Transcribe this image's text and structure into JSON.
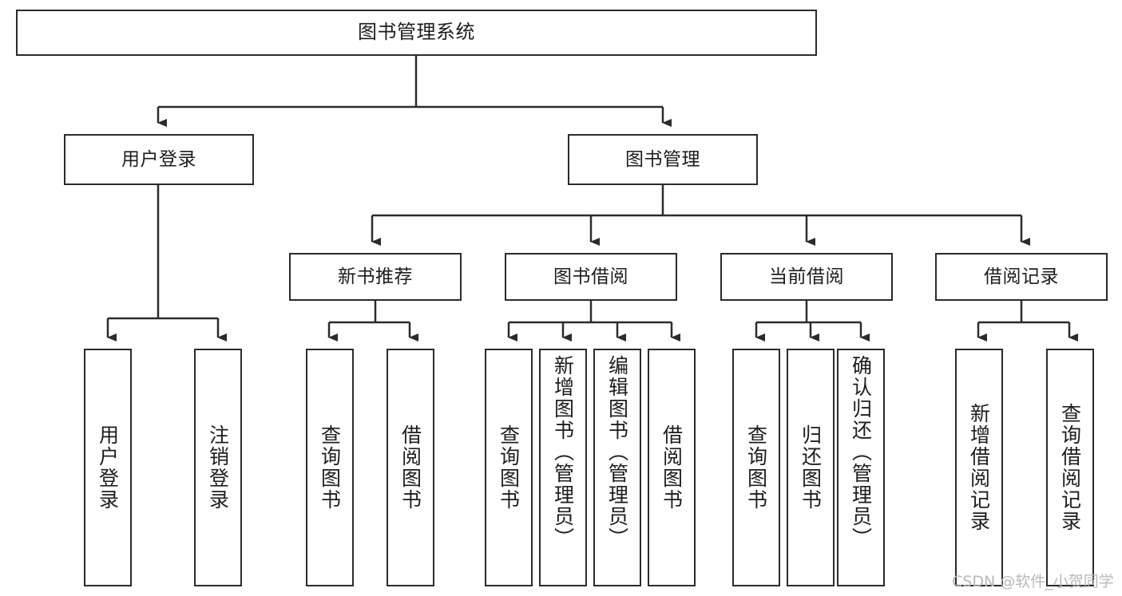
{
  "diagram": {
    "type": "tree",
    "title": "图书管理系统",
    "watermark": "CSDN @软件_小贺同学",
    "colors": {
      "box_border": "#2b2b2b",
      "box_fill": "#ffffff",
      "edge": "#2b2b2b",
      "text": "#1d1d1d",
      "watermark": "#b9b9b9",
      "background": "#ffffff"
    },
    "nodes": {
      "root": {
        "label": "图书管理系统"
      },
      "level2": [
        {
          "label": "用户登录"
        },
        {
          "label": "图书管理"
        }
      ],
      "level3": [
        {
          "label": "新书推荐"
        },
        {
          "label": "图书借阅"
        },
        {
          "label": "当前借阅"
        },
        {
          "label": "借阅记录"
        }
      ],
      "leaves": {
        "user_login": [
          {
            "label": "用户登录"
          },
          {
            "label": "注销登录"
          }
        ],
        "new_book_recommend": [
          {
            "label": "查询图书"
          },
          {
            "label": "借阅图书"
          }
        ],
        "book_borrow": [
          {
            "label": "查询图书"
          },
          {
            "label": "新增图书（管理员）"
          },
          {
            "label": "编辑图书（管理员）"
          },
          {
            "label": "借阅图书"
          }
        ],
        "current_borrow": [
          {
            "label": "查询图书"
          },
          {
            "label": "归还图书"
          },
          {
            "label": "确认归还（管理员）"
          }
        ],
        "borrow_record": [
          {
            "label": "新增借阅记录"
          },
          {
            "label": "查询借阅记录"
          }
        ]
      }
    }
  }
}
